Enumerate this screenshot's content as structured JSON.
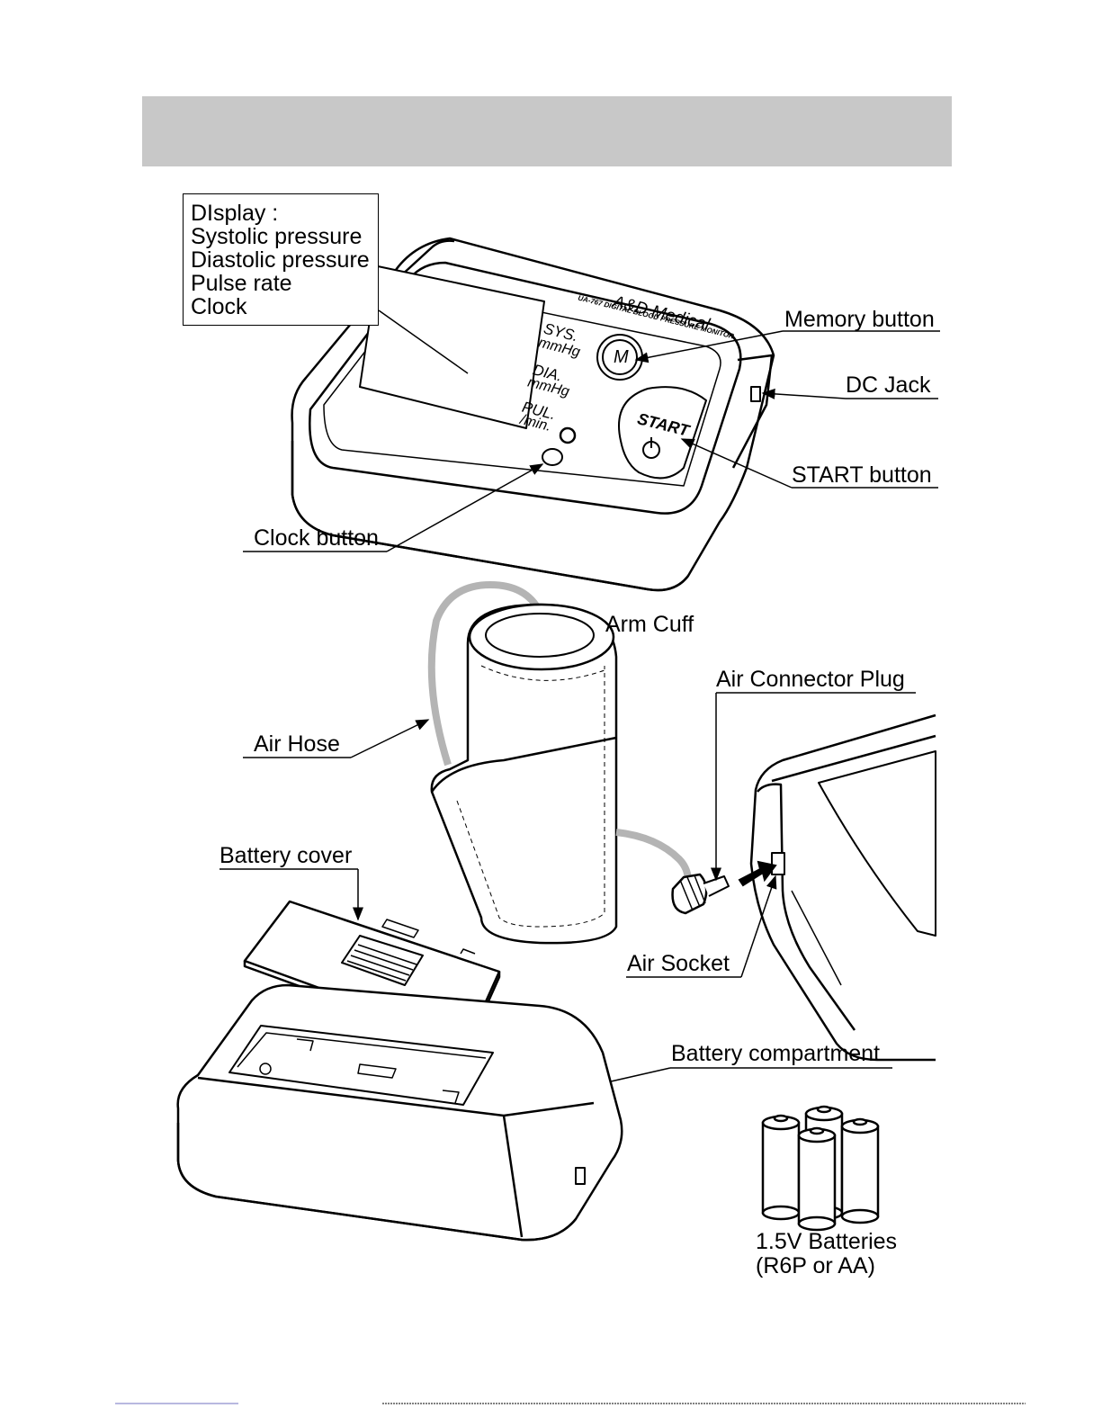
{
  "display_label": {
    "lines": [
      "DIsplay :",
      "Systolic pressure",
      "Diastolic pressure",
      "Pulse rate",
      "Clock"
    ]
  },
  "device": {
    "brand": "A&D Medical",
    "model": "UA-767 DIGITAL BLOOD PRESSURE MONITOR",
    "sys": "SYS.",
    "sys_unit": "mmHg",
    "dia": "DIA.",
    "dia_unit": "mmHg",
    "pul": "PUL.",
    "pul_unit": "/min.",
    "m_key": "M",
    "start_key": "START"
  },
  "labels": {
    "memory_button": "Memory button",
    "dc_jack": "DC Jack",
    "start_button": "START button",
    "clock_button": "Clock button",
    "arm_cuff": "Arm Cuff",
    "air_connector_plug": "Air Connector Plug",
    "air_hose": "Air Hose",
    "battery_cover": "Battery cover",
    "air_socket": "Air Socket",
    "battery_compartment": "Battery compartment",
    "batteries_line1": "1.5V Batteries",
    "batteries_line2": "(R6P or AA)"
  },
  "colors": {
    "header_band": "#c8c8c8",
    "line": "#000000",
    "hose": "#b4b4b4"
  }
}
